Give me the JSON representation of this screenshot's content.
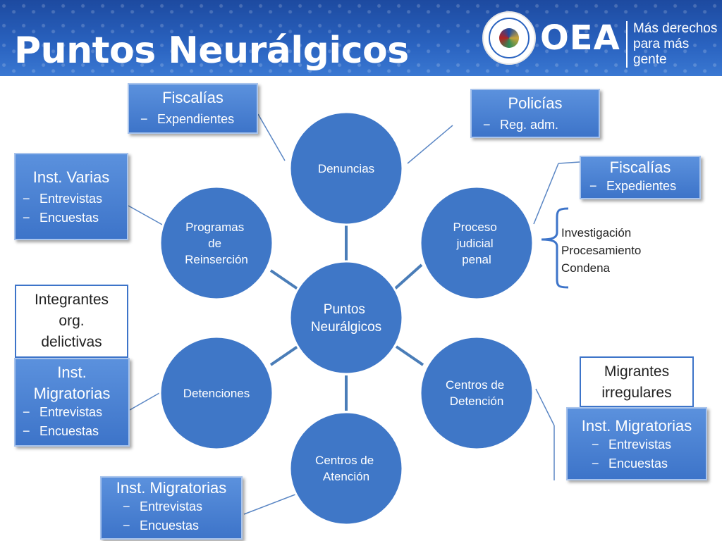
{
  "title": "Puntos Neurálgicos",
  "logo": {
    "seal_icon": "oea-seal-icon",
    "brand": "OEA",
    "slogan_line1": "Más derechos",
    "slogan_line2": "para más gente"
  },
  "colors": {
    "header": "#2a63c0",
    "node_fill": "#3f77c7",
    "node_stroke": "#ffffff",
    "connector": "#4a7db8",
    "box_fill": "#4a82d4"
  },
  "center": {
    "label_line1": "Puntos",
    "label_line2": "Neurálgicos"
  },
  "nodes": [
    {
      "id": "denuncias",
      "lines": [
        "Denuncias"
      ]
    },
    {
      "id": "proceso",
      "lines": [
        "Proceso",
        "judicial",
        "penal"
      ]
    },
    {
      "id": "centros-detencion",
      "lines": [
        "Centros de",
        "Detención"
      ]
    },
    {
      "id": "centros-atencion",
      "lines": [
        "Centros de",
        "Atención"
      ]
    },
    {
      "id": "detenciones",
      "lines": [
        "Detenciones"
      ]
    },
    {
      "id": "programas",
      "lines": [
        "Programas",
        "de",
        "Reinserción"
      ]
    }
  ],
  "boxes": {
    "fiscalias_top": {
      "title": "Fiscalías",
      "items": [
        "Expendientes"
      ]
    },
    "policias": {
      "title": "Policías",
      "items": [
        "Reg. adm."
      ]
    },
    "fiscalias_right": {
      "title": "Fiscalías",
      "items": [
        "Expedientes"
      ]
    },
    "inst_varias": {
      "title": "Inst. Varias",
      "items": [
        "Entrevistas",
        "Encuestas"
      ]
    },
    "inst_migratorias_left": {
      "title_line1": "Inst.",
      "title_line2": "Migratorias",
      "items": [
        "Entrevistas",
        "Encuestas"
      ]
    },
    "inst_migratorias_bottom": {
      "title": "Inst. Migratorias",
      "items": [
        "Entrevistas",
        "Encuestas"
      ]
    },
    "inst_migratorias_right": {
      "title": "Inst. Migratorias",
      "items": [
        "Entrevistas",
        "Encuestas"
      ]
    }
  },
  "white_boxes": {
    "integrantes": {
      "lines": [
        "Integrantes",
        "org.",
        "delictivas"
      ]
    },
    "migrantes": {
      "lines": [
        "Migrantes",
        "irregulares"
      ]
    }
  },
  "bracket_items": [
    "Investigación",
    "Procesamiento",
    "Condena"
  ],
  "dash": "−"
}
